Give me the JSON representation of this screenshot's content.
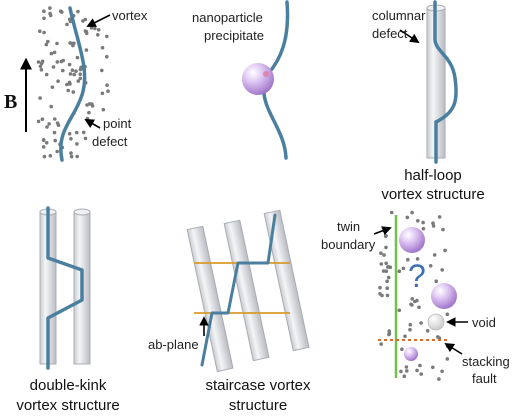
{
  "panels": {
    "point_defect": {
      "vortex_label": "vortex",
      "field_symbol": "B",
      "defect_label_line1": "point",
      "defect_label_line2": "defect"
    },
    "nanoparticle": {
      "label_line1": "nanoparticle",
      "label_line2": "precipitate"
    },
    "columnar": {
      "label_line1": "columnar",
      "label_line2": "defect",
      "caption_line1": "half-loop",
      "caption_line2": "vortex structure"
    },
    "double_kink": {
      "caption_line1": "double-kink",
      "caption_line2": "vortex structure"
    },
    "staircase": {
      "plane_label": "ab-plane",
      "caption_line1": "staircase vortex",
      "caption_line2": "structure"
    },
    "mixed": {
      "twin_line1": "twin",
      "twin_line2": "boundary",
      "question_mark": "?",
      "void_label": "void",
      "fault_line1": "stacking",
      "fault_line2": "fault"
    }
  },
  "colors": {
    "vortex": "#4a7fa0",
    "column": "#e6e8eb",
    "defect_dot": "#7a7a7a",
    "particle": "#c9a8e6",
    "twin_boundary": "#6fc24a",
    "ab_plane": "#d99a2b",
    "stacking_fault": "#d86a2a",
    "question": "#3f6fb5"
  }
}
